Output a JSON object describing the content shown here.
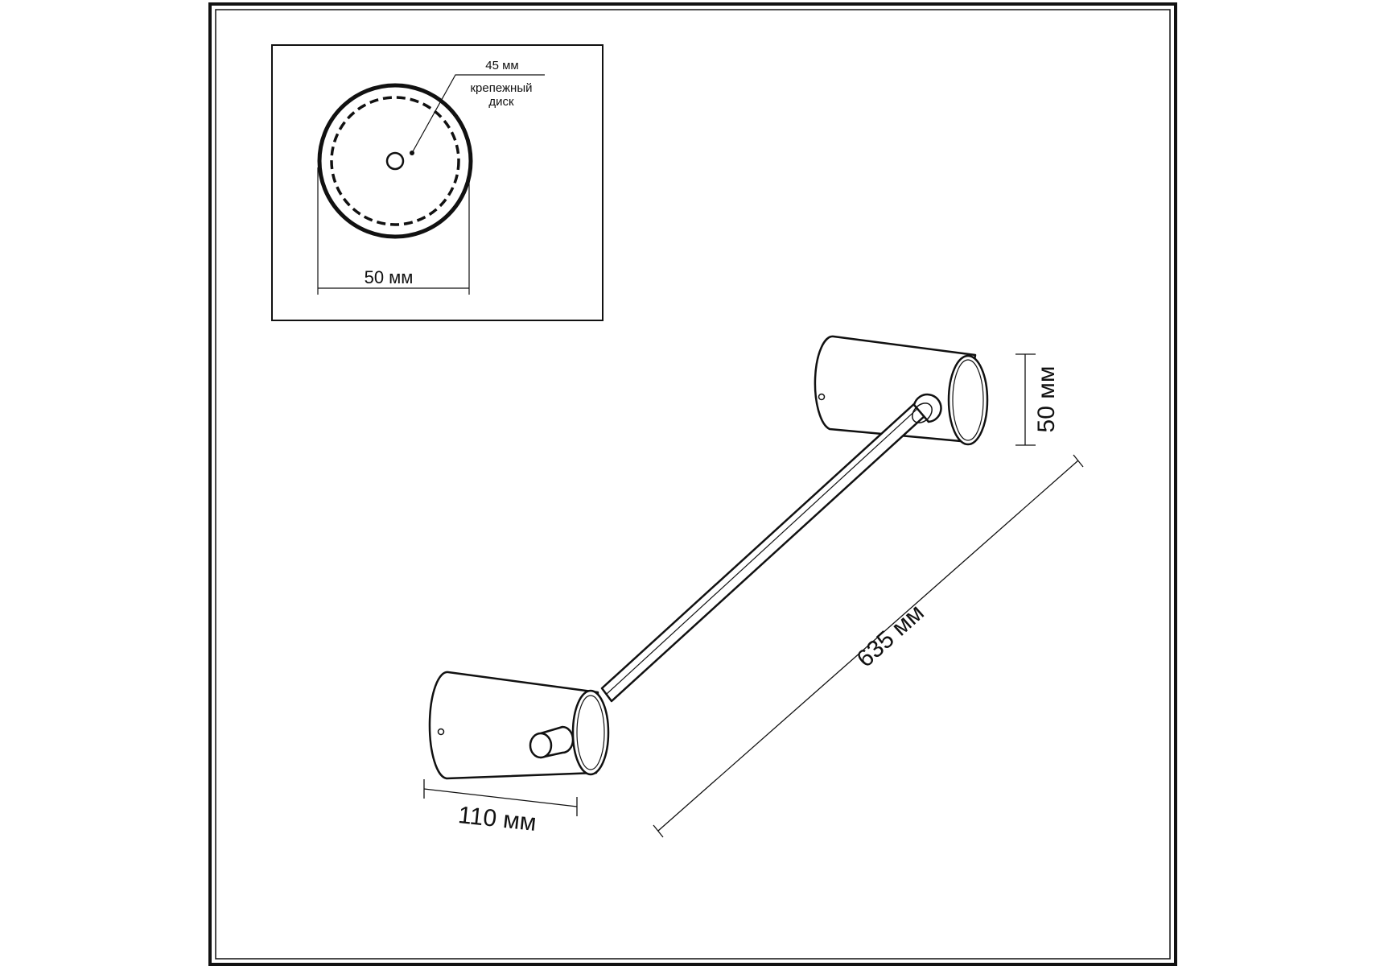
{
  "colors": {
    "line": "#111111",
    "background": "#ffffff"
  },
  "inset": {
    "outer_diameter_label": "50 мм",
    "inner_diameter_label": "45 мм",
    "mounting_disc_label_line1": "крепежный",
    "mounting_disc_label_line2": "диск"
  },
  "dimensions": {
    "cap_diameter_label": "50 мм",
    "total_length_label": "635 мм",
    "base_length_label": "110 мм"
  }
}
